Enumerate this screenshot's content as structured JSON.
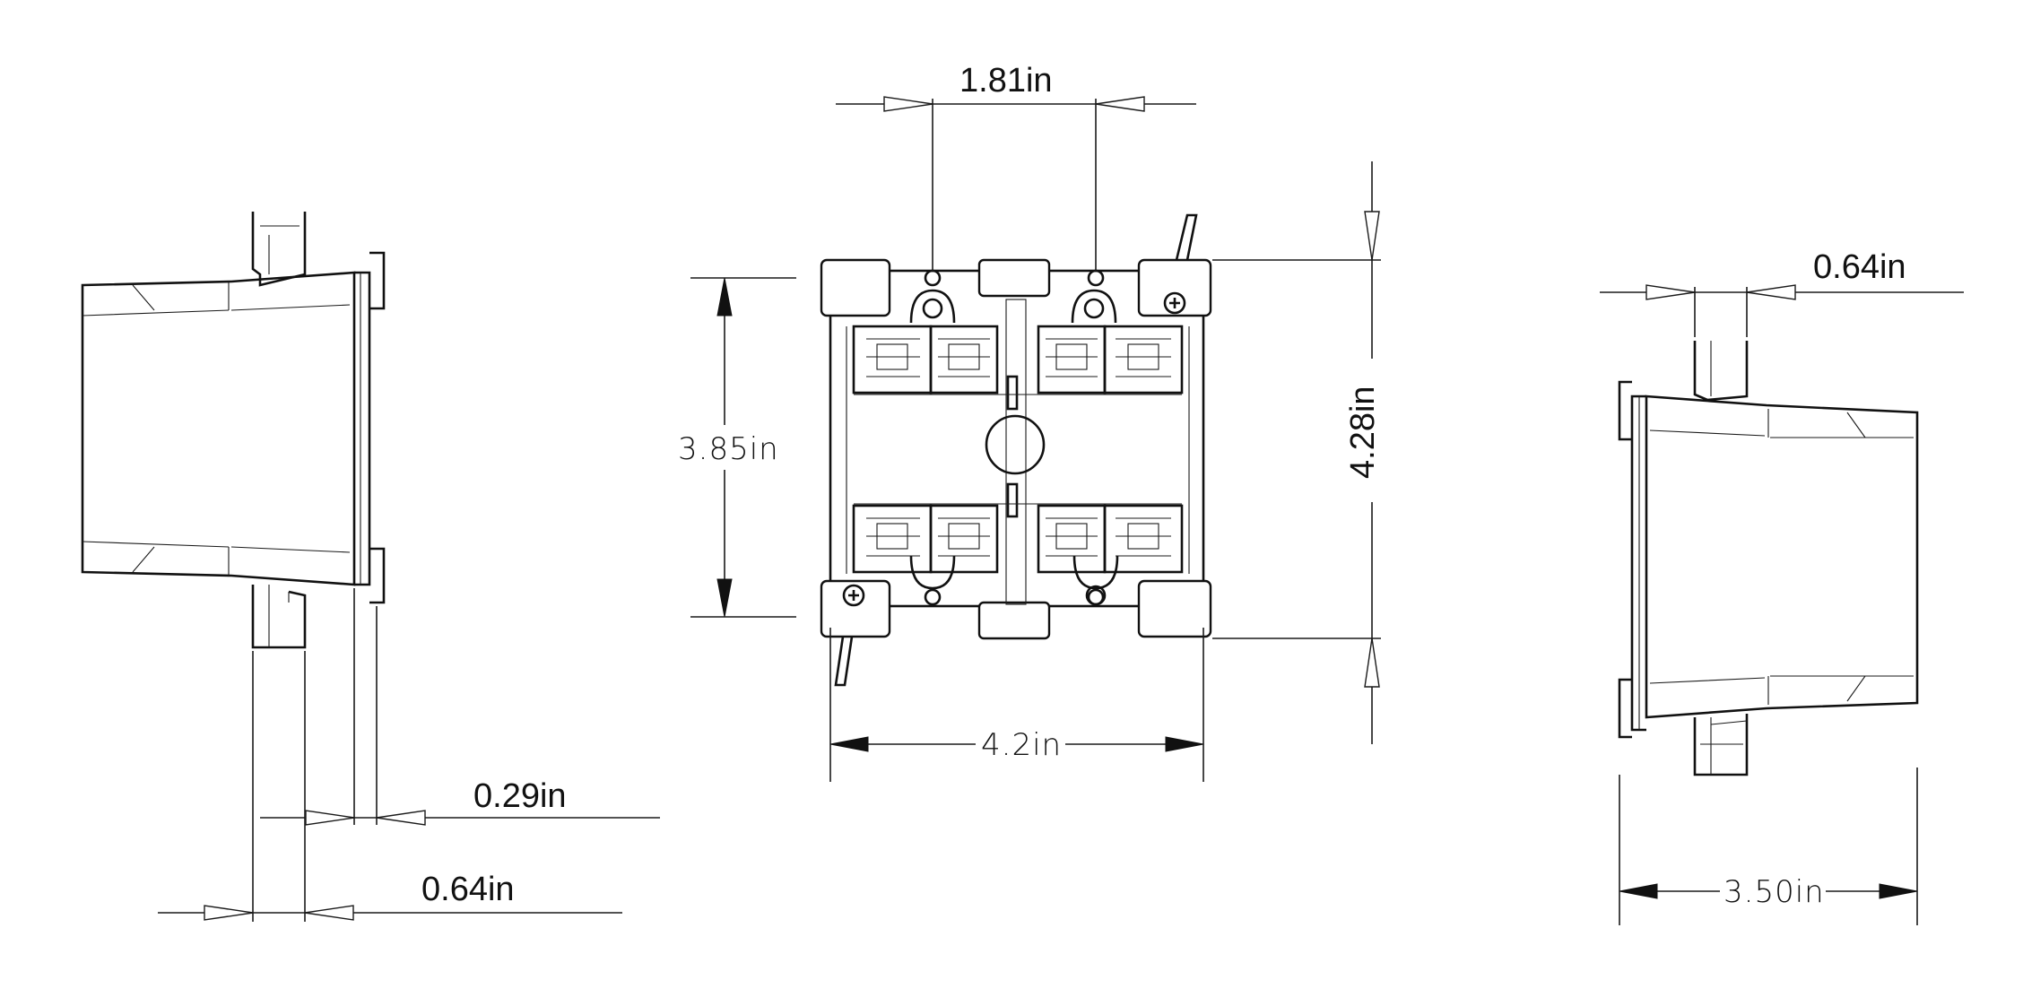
{
  "diagram": {
    "views": {
      "left_side": {
        "dim_flange": "0.29in",
        "dim_tab": "0.64in"
      },
      "front": {
        "dim_hole_spacing": "1.81in",
        "dim_inner_height": "3.85in",
        "dim_outer_height": "4.28in",
        "dim_width": "4.2in"
      },
      "right_side": {
        "dim_tab": "0.64in",
        "dim_depth": "3.50in"
      }
    },
    "colors": {
      "line": "#1a1a1a",
      "background": "#ffffff"
    }
  }
}
